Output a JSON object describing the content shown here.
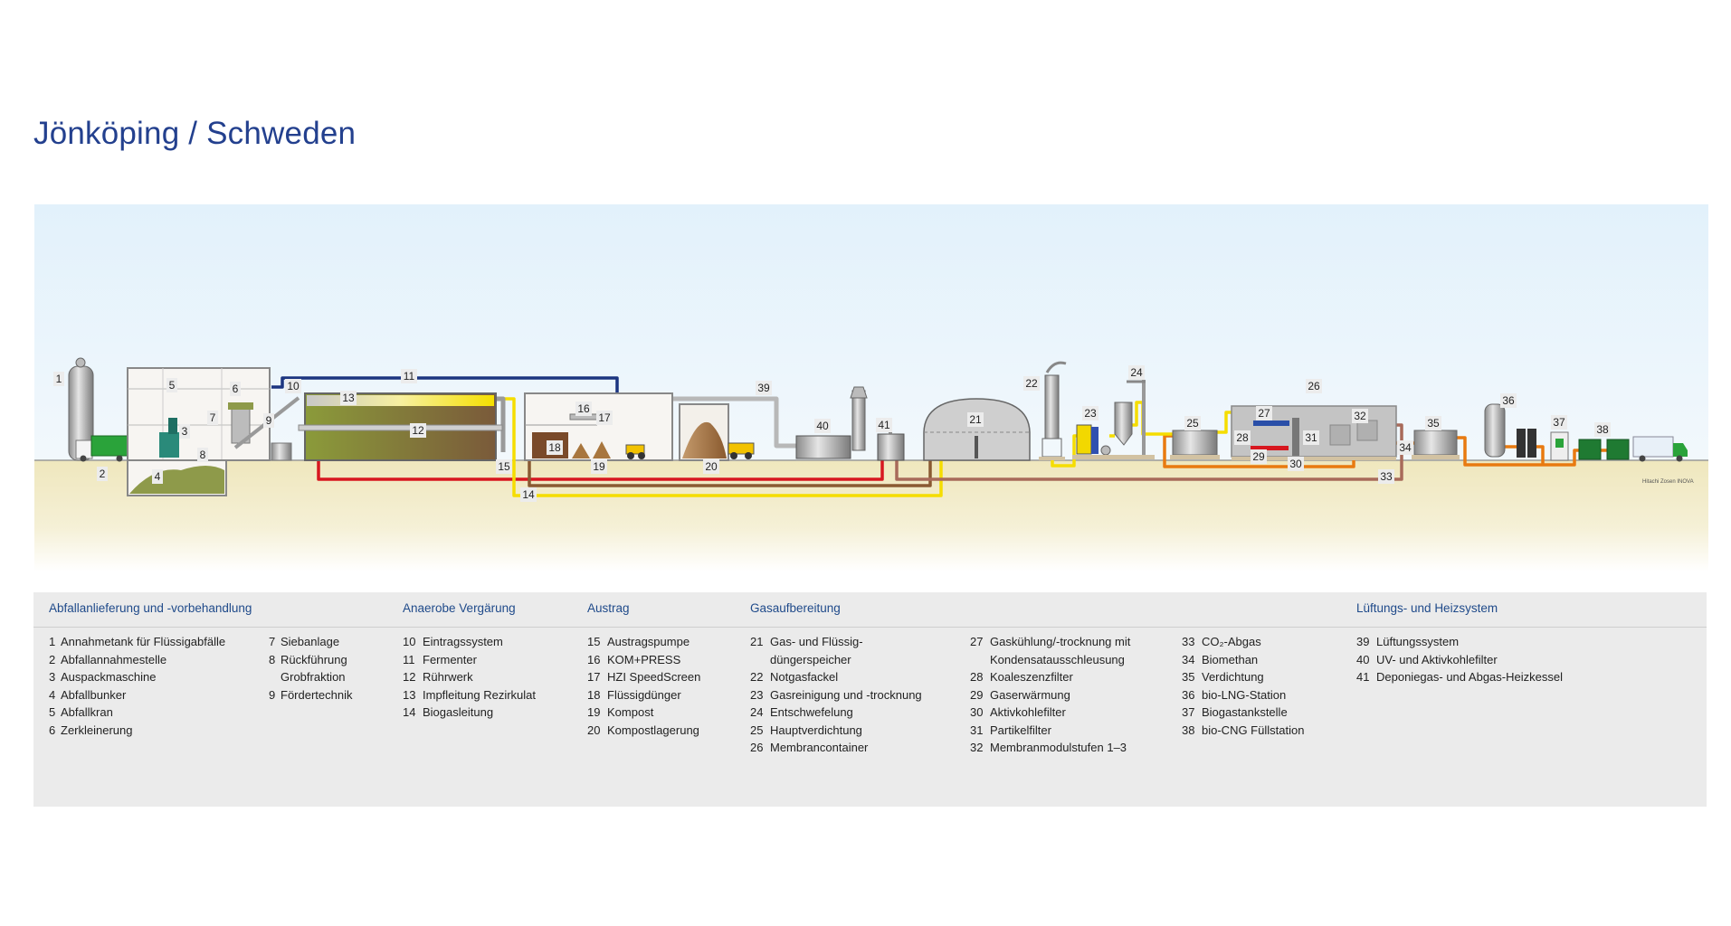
{
  "title": "Jönköping / Schweden",
  "copyright": "Hitachi Zosen INOVA",
  "diagram": {
    "callouts": [
      "1",
      "2",
      "3",
      "4",
      "5",
      "6",
      "7",
      "8",
      "9",
      "10",
      "11",
      "12",
      "13",
      "14",
      "15",
      "16",
      "17",
      "18",
      "19",
      "20",
      "21",
      "22",
      "23",
      "24",
      "25",
      "26",
      "27",
      "28",
      "29",
      "30",
      "31",
      "32",
      "33",
      "34",
      "35",
      "36",
      "37",
      "38",
      "39",
      "40",
      "41"
    ]
  },
  "legend": {
    "sections": [
      {
        "heading": "Abfallanlieferung und -vorbehandlung",
        "columns": [
          [
            [
              "1",
              "Annahmetank für Flüssigabfälle"
            ],
            [
              "2",
              "Abfallannahmestelle"
            ],
            [
              "3",
              "Auspackmaschine"
            ],
            [
              "4",
              "Abfallbunker"
            ],
            [
              "5",
              "Abfallkran"
            ],
            [
              "6",
              "Zerkleinerung"
            ]
          ],
          [
            [
              "7",
              "Siebanlage"
            ],
            [
              "8",
              "Rückführung"
            ],
            [
              "",
              "Grobfraktion"
            ],
            [
              "9",
              "Fördertechnik"
            ]
          ]
        ]
      },
      {
        "heading": "Anaerobe Vergärung",
        "columns": [
          [
            [
              "10",
              "Eintragssystem"
            ],
            [
              "11",
              "Fermenter"
            ],
            [
              "12",
              "Rührwerk"
            ],
            [
              "13",
              "Impfleitung Rezirkulat"
            ],
            [
              "14",
              "Biogasleitung"
            ]
          ]
        ]
      },
      {
        "heading": "Austrag",
        "columns": [
          [
            [
              "15",
              "Austragspumpe"
            ],
            [
              "16",
              "KOM+PRESS"
            ],
            [
              "17",
              "HZI SpeedScreen"
            ],
            [
              "18",
              "Flüssigdünger"
            ],
            [
              "19",
              "Kompost"
            ],
            [
              "20",
              "Kompostlagerung"
            ]
          ]
        ]
      },
      {
        "heading": "Gasaufbereitung",
        "columns": [
          [
            [
              "21",
              "Gas- und Flüssig-"
            ],
            [
              "",
              "düngerspeicher"
            ],
            [
              "22",
              "Notgasfackel"
            ],
            [
              "23",
              "Gasreinigung und -trocknung"
            ],
            [
              "24",
              "Entschwefelung"
            ],
            [
              "25",
              "Hauptverdichtung"
            ],
            [
              "26",
              "Membrancontainer"
            ]
          ],
          [
            [
              "27",
              "Gaskühlung/-trocknung mit"
            ],
            [
              "",
              "Kondensatausschleusung"
            ],
            [
              "28",
              "Koaleszenzfilter"
            ],
            [
              "29",
              "Gaserwärmung"
            ],
            [
              "30",
              "Aktivkohlefilter"
            ],
            [
              "31",
              "Partikelfilter"
            ],
            [
              "32",
              "Membranmodulstufen 1–3"
            ]
          ],
          [
            [
              "33",
              "CO₂-Abgas"
            ],
            [
              "34",
              "Biomethan"
            ],
            [
              "35",
              "Verdichtung"
            ],
            [
              "36",
              "bio-LNG-Station"
            ],
            [
              "37",
              "Biogastankstelle"
            ],
            [
              "38",
              "bio-CNG Füllstation"
            ]
          ]
        ]
      },
      {
        "heading": "Lüftungs- und Heizsystem",
        "columns": [
          [
            [
              "39",
              "Lüftungssystem"
            ],
            [
              "40",
              "UV- und Aktivkohlefilter"
            ],
            [
              "41",
              "Deponiegas- und Abgas-Heizkessel"
            ]
          ]
        ]
      }
    ]
  },
  "colors": {
    "title": "#23408e",
    "heading": "#1f4a8a",
    "sky": "#e4f2fb",
    "ground": "#efe7bd",
    "pipe_red": "#d7171f",
    "pipe_yellow": "#f5dd00",
    "pipe_brown": "#8a5a32",
    "pipe_blue": "#1c3580",
    "pipe_orange": "#e87a10",
    "pipe_rose": "#a86a5a"
  }
}
